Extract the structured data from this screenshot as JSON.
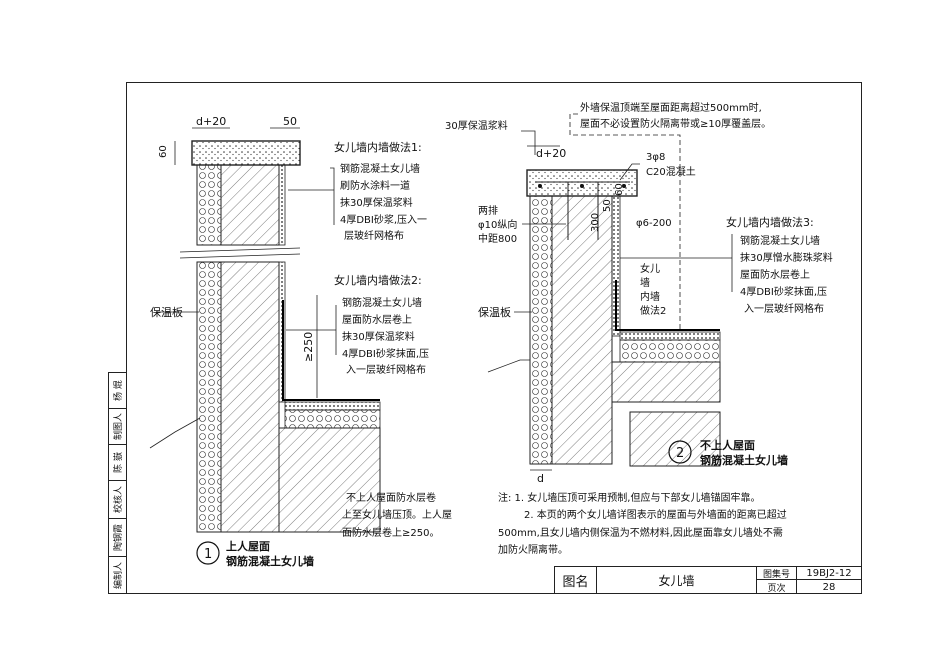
{
  "sidebar": {
    "labels": [
      "编制人",
      "陶钢霞",
      "校核人",
      "陈 嶽",
      "制图人",
      "杨 焜"
    ]
  },
  "detail1": {
    "dim_top": "d+20",
    "dim_right": "50",
    "dim_height": "60",
    "dim_250": "≥250",
    "inner_method_1": {
      "title": "女儿墙内墙做法1:",
      "items": [
        "钢筋混凝土女儿墙",
        "刷防水涂料一道",
        "抹30厚保温浆料",
        "4厚DBI砂浆,压入一",
        "层玻纤网格布"
      ]
    },
    "inner_method_2": {
      "title": "女儿墙内墙做法2:",
      "items": [
        "钢筋混凝土女儿墙",
        "屋面防水层卷上",
        "抹30厚保温浆料",
        "4厚DBI砂浆抹面,压",
        "入一层玻纤网格布"
      ]
    },
    "insulation_label": "保温板",
    "note": [
      "不上人屋面防水层卷",
      "上至女儿墙压顶。上人屋",
      "面防水层卷上≥250。"
    ],
    "number": "1",
    "title_line1": "上人屋面",
    "title_line2": "钢筋混凝土女儿墙"
  },
  "detail2": {
    "top_note": [
      "外墙保温顶端至屋面距离超过500mm时,",
      "屋面不必设置防火隔离带或≥10厚覆盖层。"
    ],
    "slurry_label": "30厚保温浆料",
    "dim_top": "d+20",
    "rebar_label": "3φ8",
    "concrete_label": "C20混凝土",
    "anchor_label": [
      "两排",
      "φ10纵向",
      "中距800"
    ],
    "dim_300": "300",
    "dim_50": "50",
    "dim_60": "60",
    "stirrup_label": "φ6-200",
    "inner_ref": [
      "女儿",
      "墙",
      "内墙",
      "做法2"
    ],
    "inner_method_3": {
      "title": "女儿墙内墙做法3:",
      "items": [
        "钢筋混凝土女儿墙",
        "抹30厚憎水膨珠浆料",
        "屋面防水层卷上",
        "4厚DBI砂浆抹面,压",
        "入一层玻纤网格布"
      ]
    },
    "insulation_label": "保温板",
    "dim_d": "d",
    "number": "2",
    "title_line1": "不上人屋面",
    "title_line2": "钢筋混凝土女儿墙"
  },
  "notes": [
    "注: 1. 女儿墙压顶可采用预制,但应与下部女儿墙锚固牢靠。",
    "2. 本页的两个女儿墙详图表示的屋面与外墙面的距离已超过",
    "500mm,且女儿墙内侧保温为不燃材料,因此屋面靠女儿墙处不需",
    "加防火隔离带。"
  ],
  "title_block": {
    "drawing_name_label": "图名",
    "drawing_name": "女儿墙",
    "atlas_label": "图集号",
    "atlas_no": "19BJ2-12",
    "page_label": "页次",
    "page_no": "28"
  },
  "colors": {
    "line": "#222222",
    "hatch": "#444444"
  }
}
